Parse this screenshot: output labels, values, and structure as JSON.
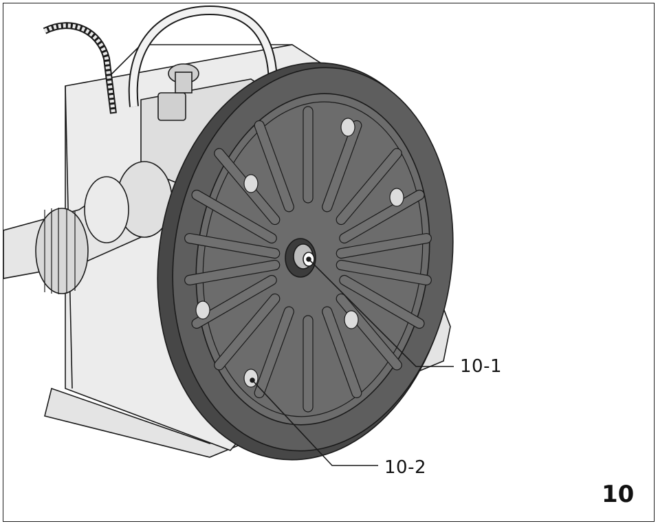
{
  "figure": {
    "number": "10",
    "callouts": [
      {
        "id": "10-1",
        "label": "10-1"
      },
      {
        "id": "10-2",
        "label": "10-2"
      }
    ]
  },
  "colors": {
    "plate": "#5e5e5e",
    "plate_dark": "#474747",
    "plate_face": "#6c6c6c",
    "body_light": "#eeeeee",
    "body_mid": "#d9d9d9",
    "outline": "#1a1a1a"
  }
}
